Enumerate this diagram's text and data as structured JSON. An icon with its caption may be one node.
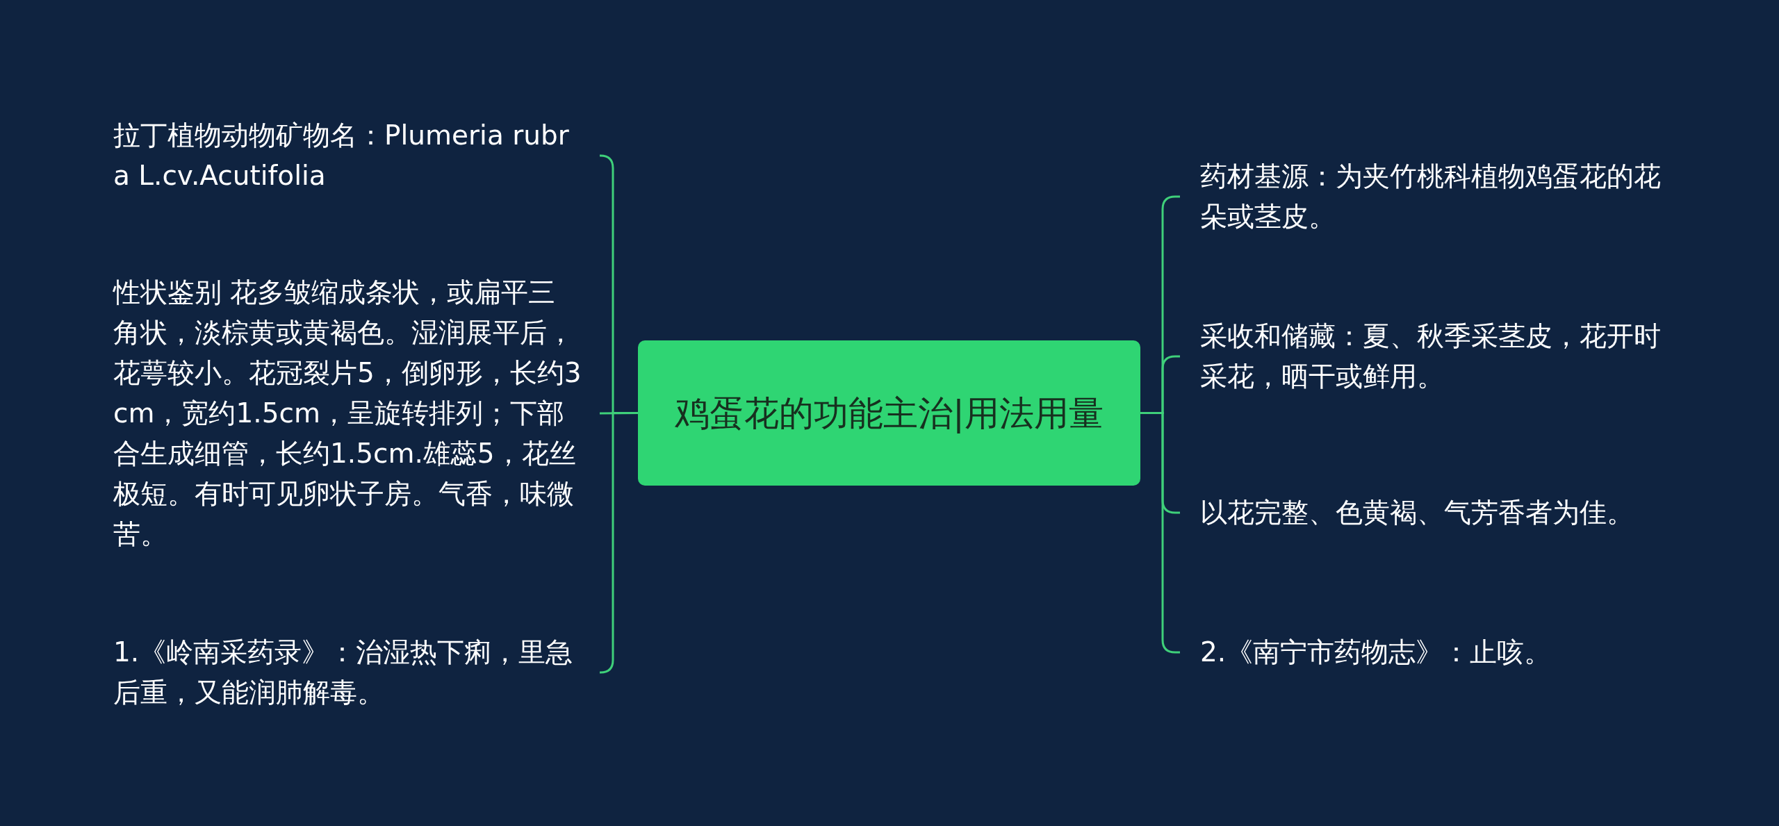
{
  "diagram": {
    "nodes": [
      {
        "text": [
          "鸡蛋花的功能主治|用法用量"
        ]
      },
      {
        "text": [
          "拉丁植物动物矿物名：Plumeria rubra L.cv.Acutifolia"
        ]
      },
      {
        "text": [
          "性状鉴别 花多皱缩成条状，或扁平三角状，淡棕黄或黄褐色。湿润展平后，花萼较小。花冠裂片5，倒卵形，长约3cm，宽约1.5cm，呈旋转排列；下部合生成细管，长约1.5cm.雄蕊5，花丝极短。有时可见卵状子房。气香，味微苦。"
        ]
      },
      {
        "text": [
          "1.《岭南采药录》：治湿热下痢，里急后重，又能润肺解毒。"
        ]
      },
      {
        "text": [
          "药材基源：为夹竹桃科植物鸡蛋花的花朵或茎皮。"
        ]
      },
      {
        "text": [
          "采收和储藏：夏、秋季采茎皮，花开时采花，晒干或鲜用。"
        ]
      },
      {
        "text": [
          "以花完整、色黄褐、气芳香者为佳。"
        ]
      },
      {
        "text": [
          "2.《南宁市药物志》：止咳。"
        ]
      }
    ],
    "edges": [
      {
        "from": 0,
        "to": 1,
        "arrow": "none"
      },
      {
        "from": 0,
        "to": 2,
        "arrow": "none"
      },
      {
        "from": 0,
        "to": 3,
        "arrow": "none"
      },
      {
        "from": 0,
        "to": 4,
        "arrow": "none"
      },
      {
        "from": 0,
        "to": 5,
        "arrow": "none"
      },
      {
        "from": 0,
        "to": 6,
        "arrow": "none"
      },
      {
        "from": 0,
        "to": 7,
        "arrow": "none"
      }
    ]
  }
}
